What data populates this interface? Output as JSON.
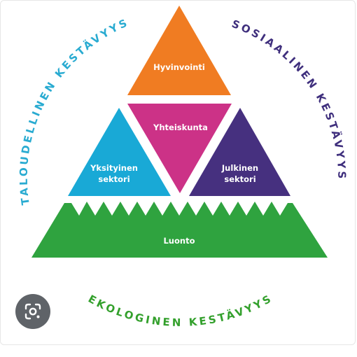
{
  "diagram": {
    "arcs": {
      "economic": "TALOUDELLINEN KESTÄVYYS",
      "social": "SOSIAALINEN KESTÄVYYS",
      "ecological": "EKOLOGINEN KESTÄVYYS"
    },
    "blocks": {
      "top": "Hyvinvointi",
      "center": "Yhteiskunta",
      "left_line1": "Yksityinen",
      "left_line2": "sektori",
      "right_line1": "Julkinen",
      "right_line2": "sektori",
      "base": "Luonto"
    },
    "colors": {
      "economic": "#29abd1",
      "social": "#3f2f7d",
      "ecological": "#33a02c",
      "top": "#f07c22",
      "center": "#cc3287",
      "left": "#19a9d6",
      "right": "#46307f",
      "base": "#2fa33f"
    }
  },
  "lens": {
    "icon": "lens-camera-icon"
  }
}
